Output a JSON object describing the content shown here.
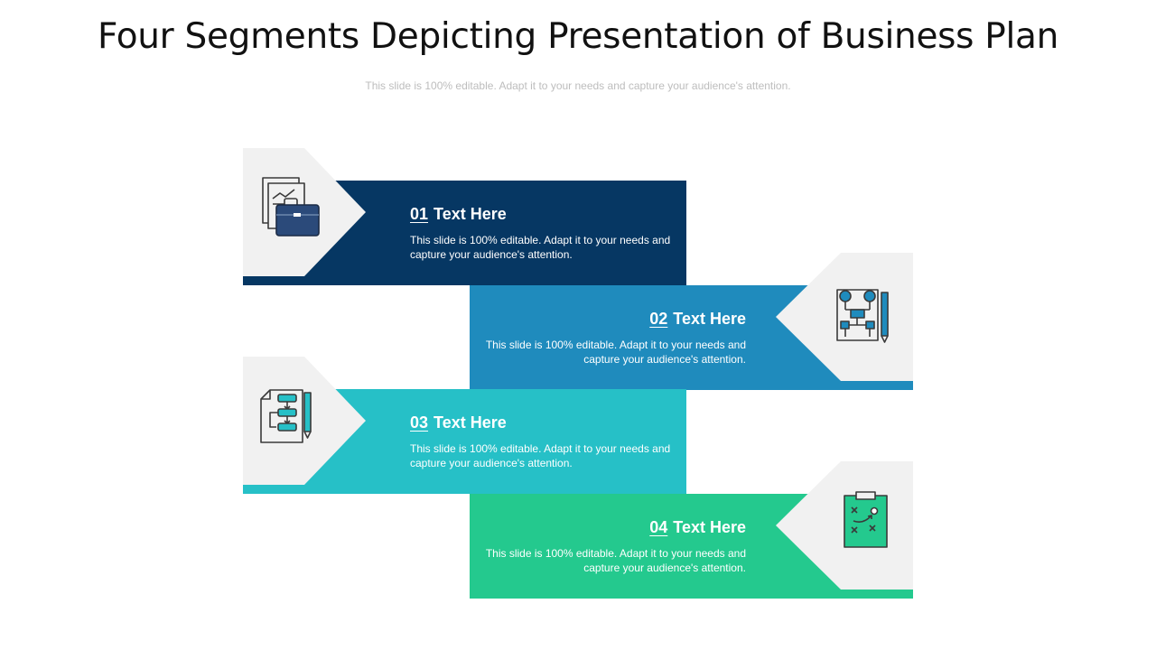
{
  "title": "Four Segments Depicting Presentation of Business Plan",
  "subtitle": "This slide is 100% editable. Adapt it to your needs and capture your audience's attention.",
  "segments": [
    {
      "number": "01",
      "heading": "Text Here",
      "description": "This slide is 100% editable. Adapt it to your needs and capture your audience's attention.",
      "color": "#063763",
      "icon": "business-plan-briefcase-icon"
    },
    {
      "number": "02",
      "heading": "Text Here",
      "description": "This slide is 100% editable. Adapt it to your needs and capture your audience's attention.",
      "color": "#1f8bbd",
      "icon": "flowchart-pencil-icon"
    },
    {
      "number": "03",
      "heading": "Text Here",
      "description": "This slide is 100% editable. Adapt it to your needs and capture your audience's attention.",
      "color": "#26c0c7",
      "icon": "process-document-icon"
    },
    {
      "number": "04",
      "heading": "Text Here",
      "description": "This slide is 100% editable. Adapt it to your needs and capture your audience's attention.",
      "color": "#24c98e",
      "icon": "strategy-clipboard-icon"
    }
  ],
  "colors": {
    "icon_panel": "#f1f1f1",
    "icon_stroke": "#3a3a3a"
  }
}
